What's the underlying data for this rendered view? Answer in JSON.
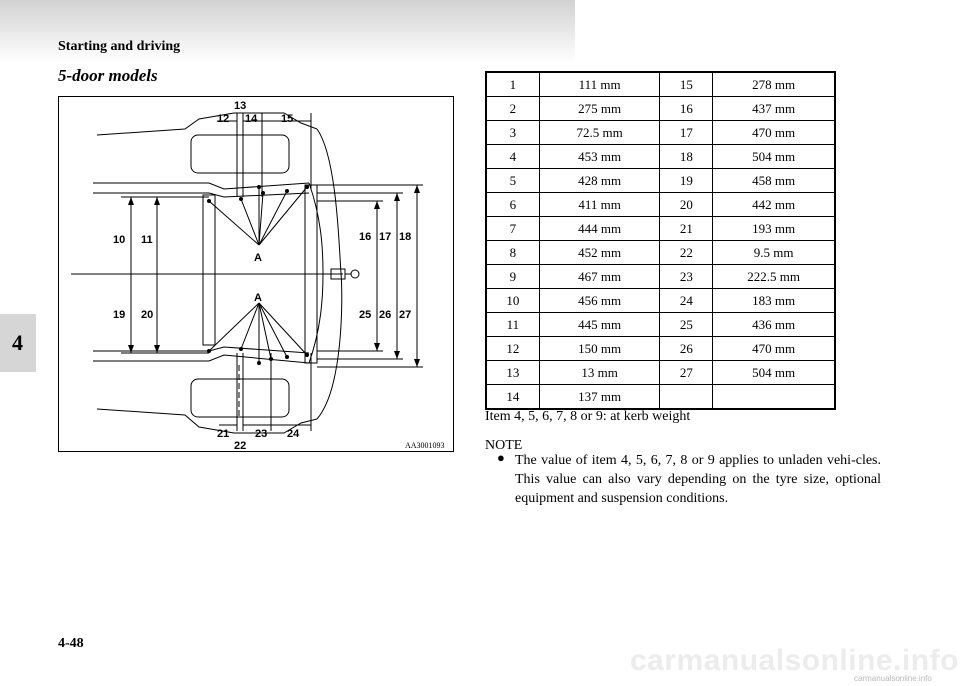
{
  "header": {
    "section_title": "Starting and driving"
  },
  "subheading": "5-door models",
  "chapter": "4",
  "figure": {
    "code": "AA3001093",
    "labels": {
      "n10": "10",
      "n11": "11",
      "n12": "12",
      "n13": "13",
      "n14": "14",
      "n15": "15",
      "n16": "16",
      "n17": "17",
      "n18": "18",
      "n19": "19",
      "n20": "20",
      "n21": "21",
      "n22": "22",
      "n23": "23",
      "n24": "24",
      "n25": "25",
      "n26": "26",
      "n27": "27",
      "a_top": "A",
      "a_bottom": "A"
    }
  },
  "table": {
    "rows": [
      [
        "1",
        "111 mm",
        "15",
        "278 mm"
      ],
      [
        "2",
        "275 mm",
        "16",
        "437 mm"
      ],
      [
        "3",
        "72.5 mm",
        "17",
        "470 mm"
      ],
      [
        "4",
        "453 mm",
        "18",
        "504 mm"
      ],
      [
        "5",
        "428 mm",
        "19",
        "458 mm"
      ],
      [
        "6",
        "411 mm",
        "20",
        "442 mm"
      ],
      [
        "7",
        "444 mm",
        "21",
        "193 mm"
      ],
      [
        "8",
        "452 mm",
        "22",
        "9.5 mm"
      ],
      [
        "9",
        "467 mm",
        "23",
        "222.5 mm"
      ],
      [
        "10",
        "456 mm",
        "24",
        "183 mm"
      ],
      [
        "11",
        "445 mm",
        "25",
        "436 mm"
      ],
      [
        "12",
        "150 mm",
        "26",
        "470 mm"
      ],
      [
        "13",
        "13 mm",
        "27",
        "504 mm"
      ],
      [
        "14",
        "137 mm",
        "",
        ""
      ]
    ]
  },
  "kerb_note": "Item 4, 5, 6, 7, 8 or 9: at kerb weight",
  "note": {
    "heading": "NOTE",
    "bullet": "●",
    "text": "The value of item 4, 5, 6, 7, 8 or 9 applies to unladen vehi-cles. This value can also vary depending on the tyre size, optional equipment and suspension conditions."
  },
  "footer": {
    "page_number": "4-48"
  },
  "watermark": {
    "main": "carmanualsonline.info",
    "small": "carmanualsonline.info"
  }
}
